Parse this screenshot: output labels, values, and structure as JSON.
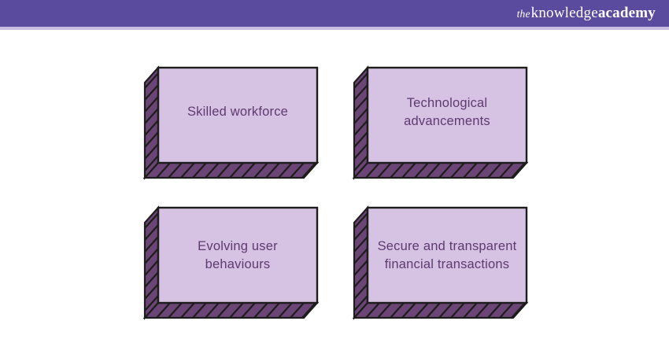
{
  "header": {
    "logo": {
      "prefix": "the",
      "word1": "knowledge",
      "word2": "academy"
    }
  },
  "boxes": [
    {
      "label": "Skilled workforce"
    },
    {
      "label": "Technological advancements"
    },
    {
      "label": "Evolving user behaviours"
    },
    {
      "label": "Secure and transparent financial transactions"
    }
  ],
  "colors": {
    "header_bg": "#5b4b9e",
    "header_strip": "#c7bde2",
    "box_face": "#d6c2e3",
    "box_side": "#6c4577",
    "box_outline": "#1d1d1b",
    "box_text": "#5e3a70",
    "logo_text": "#ffffff"
  }
}
